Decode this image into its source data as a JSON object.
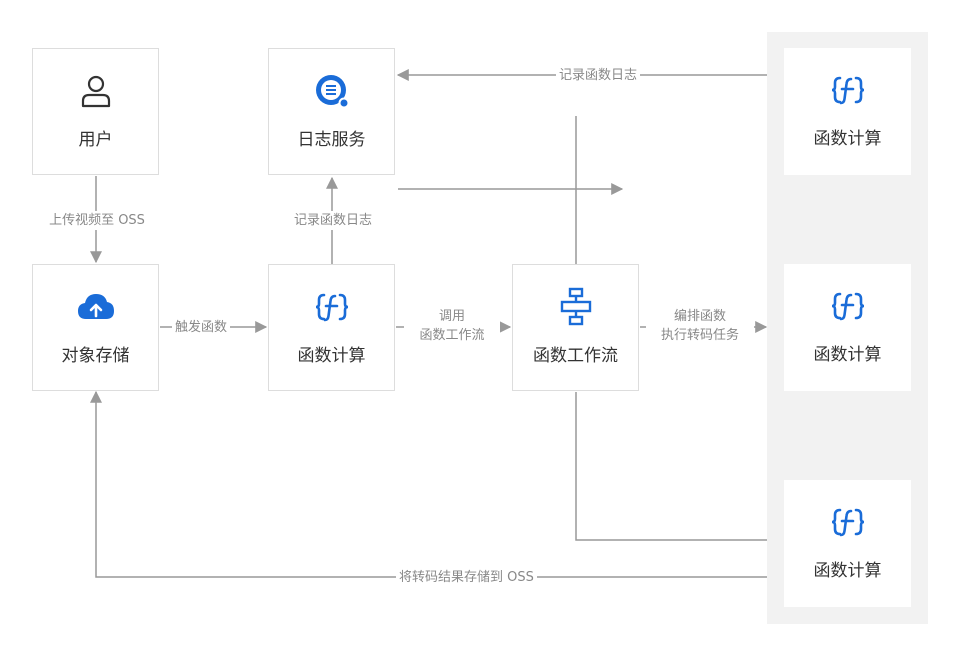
{
  "colors": {
    "accent": "#1a6cd8",
    "line": "#999999",
    "group_bg": "#f2f2f2",
    "node_border": "#dddddd"
  },
  "nodes": {
    "user": {
      "label": "用户",
      "icon": "user-icon"
    },
    "log_service": {
      "label": "日志服务",
      "icon": "log-service-icon"
    },
    "object_storage": {
      "label": "对象存储",
      "icon": "cloud-upload-icon"
    },
    "function_compute": {
      "label": "函数计算",
      "icon": "function-icon"
    },
    "workflow": {
      "label": "函数工作流",
      "icon": "workflow-icon"
    },
    "fc_top": {
      "label": "函数计算",
      "icon": "function-icon"
    },
    "fc_mid": {
      "label": "函数计算",
      "icon": "function-icon"
    },
    "fc_bottom": {
      "label": "函数计算",
      "icon": "function-icon"
    }
  },
  "edges": {
    "upload": "上传视频至 OSS",
    "trigger": "触发函数",
    "log_fc": "记录函数日志",
    "log_group": "记录函数日志",
    "invoke_line1": "调用",
    "invoke_line2": "函数工作流",
    "orchestrate_line1": "编排函数",
    "orchestrate_line2": "执行转码任务",
    "store_result": "将转码结果存储到 OSS"
  }
}
